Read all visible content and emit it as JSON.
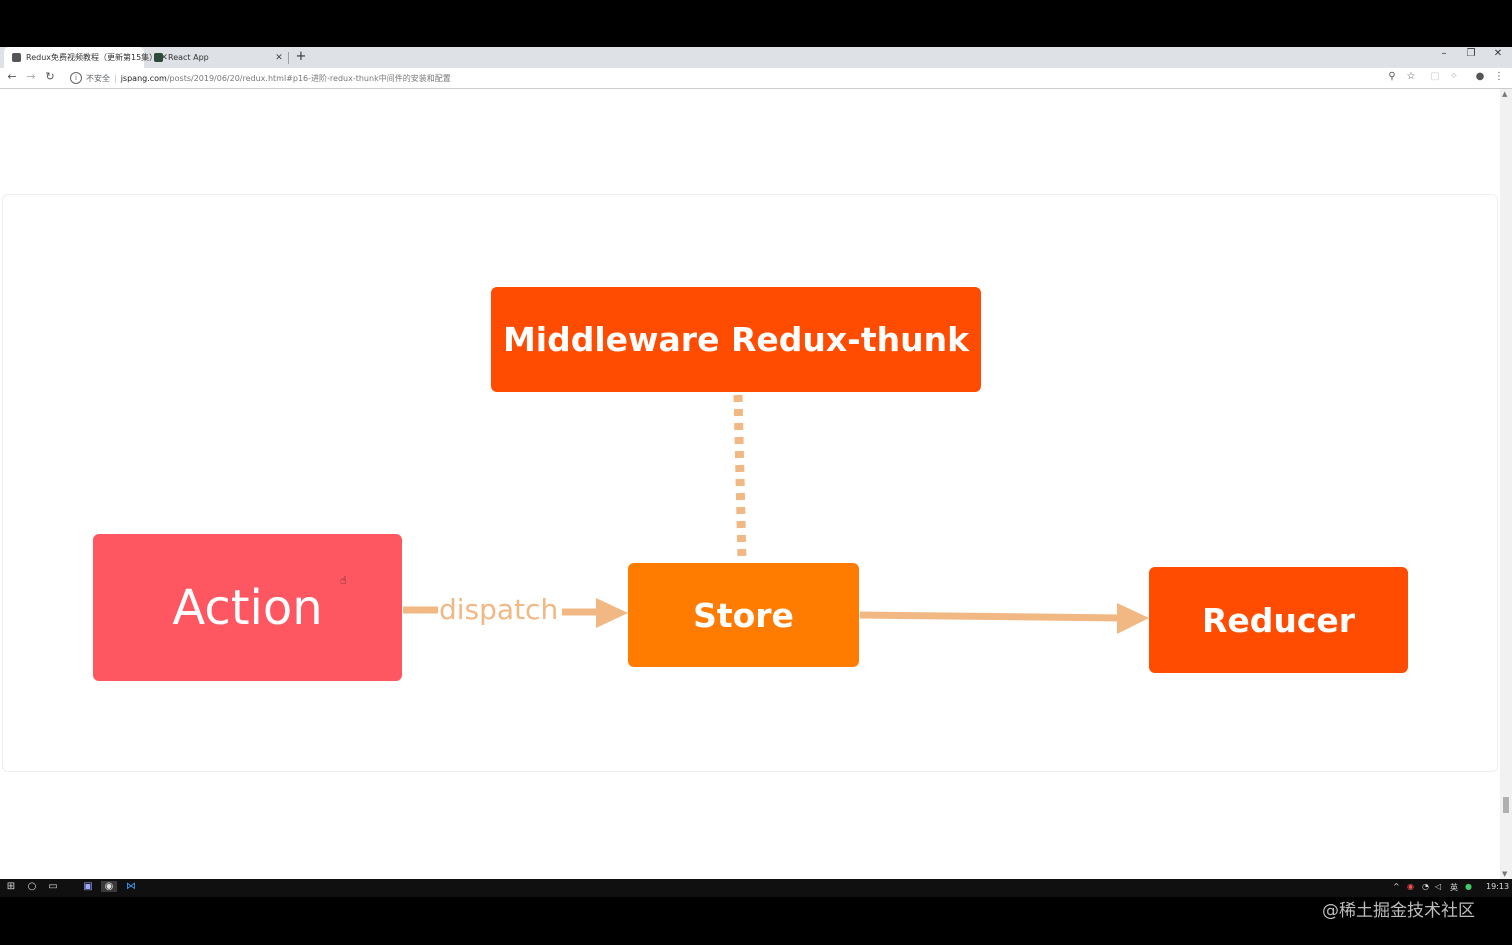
{
  "browser": {
    "tabs": [
      {
        "title": "Redux免费视频教程（更新第15集）",
        "active": true
      },
      {
        "title": "React App",
        "active": false
      }
    ],
    "new_tab": "+",
    "window_controls": {
      "minimize": "–",
      "restore": "❐",
      "close": "✕"
    },
    "address": {
      "security": "不安全",
      "separator": "|",
      "host": "jspang.com",
      "path": "/posts/2019/06/20/redux.html#p16-进阶-redux-thunk中间件的安装和配置"
    },
    "icons": [
      "back-icon",
      "forward-icon",
      "reload-icon",
      "info-icon",
      "zoom-icon",
      "star-icon",
      "extension-icon",
      "profile-icon",
      "menu-icon"
    ]
  },
  "diagram": {
    "middleware": "Middleware Redux-thunk",
    "action": "Action",
    "store": "Store",
    "reducer": "Reducer",
    "edge_label": "dispatch",
    "colors": {
      "middleware": "#ff4c00",
      "action": "#ff5761",
      "store": "#ff7c00",
      "reducer": "#ff4c00",
      "connector": "#f2b884"
    }
  },
  "taskbar": {
    "clock": "19:13",
    "ime": "英",
    "icons": [
      "windows-start-icon",
      "search-icon",
      "task-view-icon",
      "app-icon",
      "chrome-icon",
      "vscode-icon"
    ]
  },
  "watermark": "@稀土掘金技术社区"
}
